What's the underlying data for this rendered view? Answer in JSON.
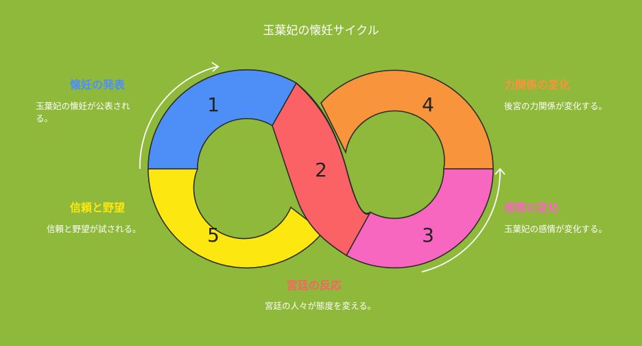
{
  "title": "玉葉妃の懐妊サイクル",
  "stages": [
    {
      "number": "1",
      "heading": "懐妊の発表",
      "description": "玉葉妃の懐妊が公表される。",
      "color": "#4d8ff7"
    },
    {
      "number": "2",
      "heading": "宮廷の反応",
      "description": "宮廷の人々が態度を変える。",
      "color": "#fb6266"
    },
    {
      "number": "3",
      "heading": "感情の変化",
      "description": "玉葉妃の感情が変化する。",
      "color": "#f767c0"
    },
    {
      "number": "4",
      "heading": "力関係の変化",
      "description": "後宮の力関係が変化する。",
      "color": "#f7943c"
    },
    {
      "number": "5",
      "heading": "信頼と野望",
      "description": "信頼と野望が試される。",
      "color": "#fde710"
    }
  ],
  "colors": {
    "background": "#8fb93a",
    "outline": "#2b2b2b",
    "arrow": "#ffffff"
  }
}
